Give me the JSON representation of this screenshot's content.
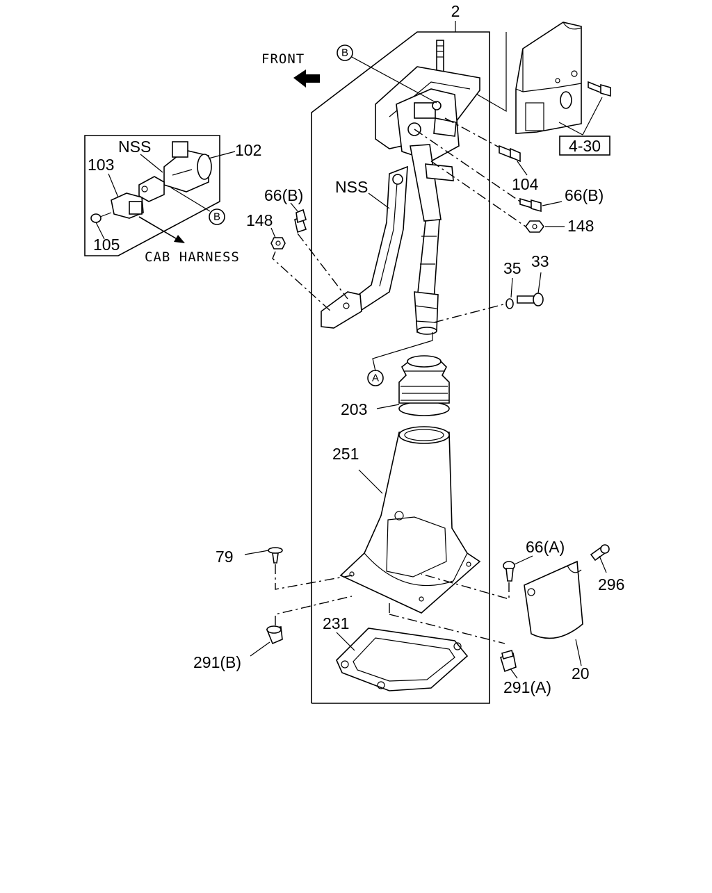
{
  "labels": {
    "assembly": "2",
    "front": "FRONT",
    "nss_top": "NSS",
    "nss_mid": "NSS",
    "p102": "102",
    "p103": "103",
    "p105": "105",
    "cab_harness": "CAB HARNESS",
    "p66b_left": "66(B)",
    "p148_left": "148",
    "p104": "104",
    "p66b_right": "66(B)",
    "p148_right": "148",
    "ref_4_30": "4-30",
    "p35": "35",
    "p33": "33",
    "p203": "203",
    "p251": "251",
    "p79": "79",
    "p66a": "66(A)",
    "p296": "296",
    "p231": "231",
    "p291b": "291(B)",
    "p291a": "291(A)",
    "p20": "20",
    "circle_b": "B",
    "circle_a": "A"
  }
}
